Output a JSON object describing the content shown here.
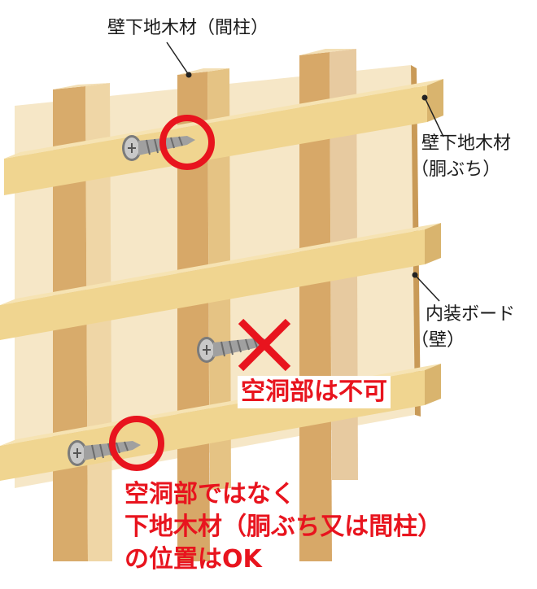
{
  "labels": {
    "stud": "壁下地木材（間柱）",
    "furring_line1": "壁下地木材",
    "furring_line2": "（胴ぶち）",
    "board_line1": "内装ボード",
    "board_line2": "（壁）"
  },
  "notes": {
    "ng": "空洞部は不可",
    "ok_line1": "空洞部ではなく",
    "ok_line2": "下地木材（胴ぶち又は間柱）",
    "ok_line3": "の位置はOK"
  },
  "colors": {
    "board": "#f6e7c7",
    "wood_front": "#f0d590",
    "wood_side": "#d9b46e",
    "stud_front": "#e5c384",
    "stud_back": "#d7a868",
    "stud_shadow": "#e7caa0",
    "accent_red": "#e8141e",
    "screw": "#9a9a9a"
  },
  "icons": {
    "ok_marker": "red-circle-icon",
    "ng_marker": "red-x-icon",
    "fastener": "screw-icon"
  }
}
